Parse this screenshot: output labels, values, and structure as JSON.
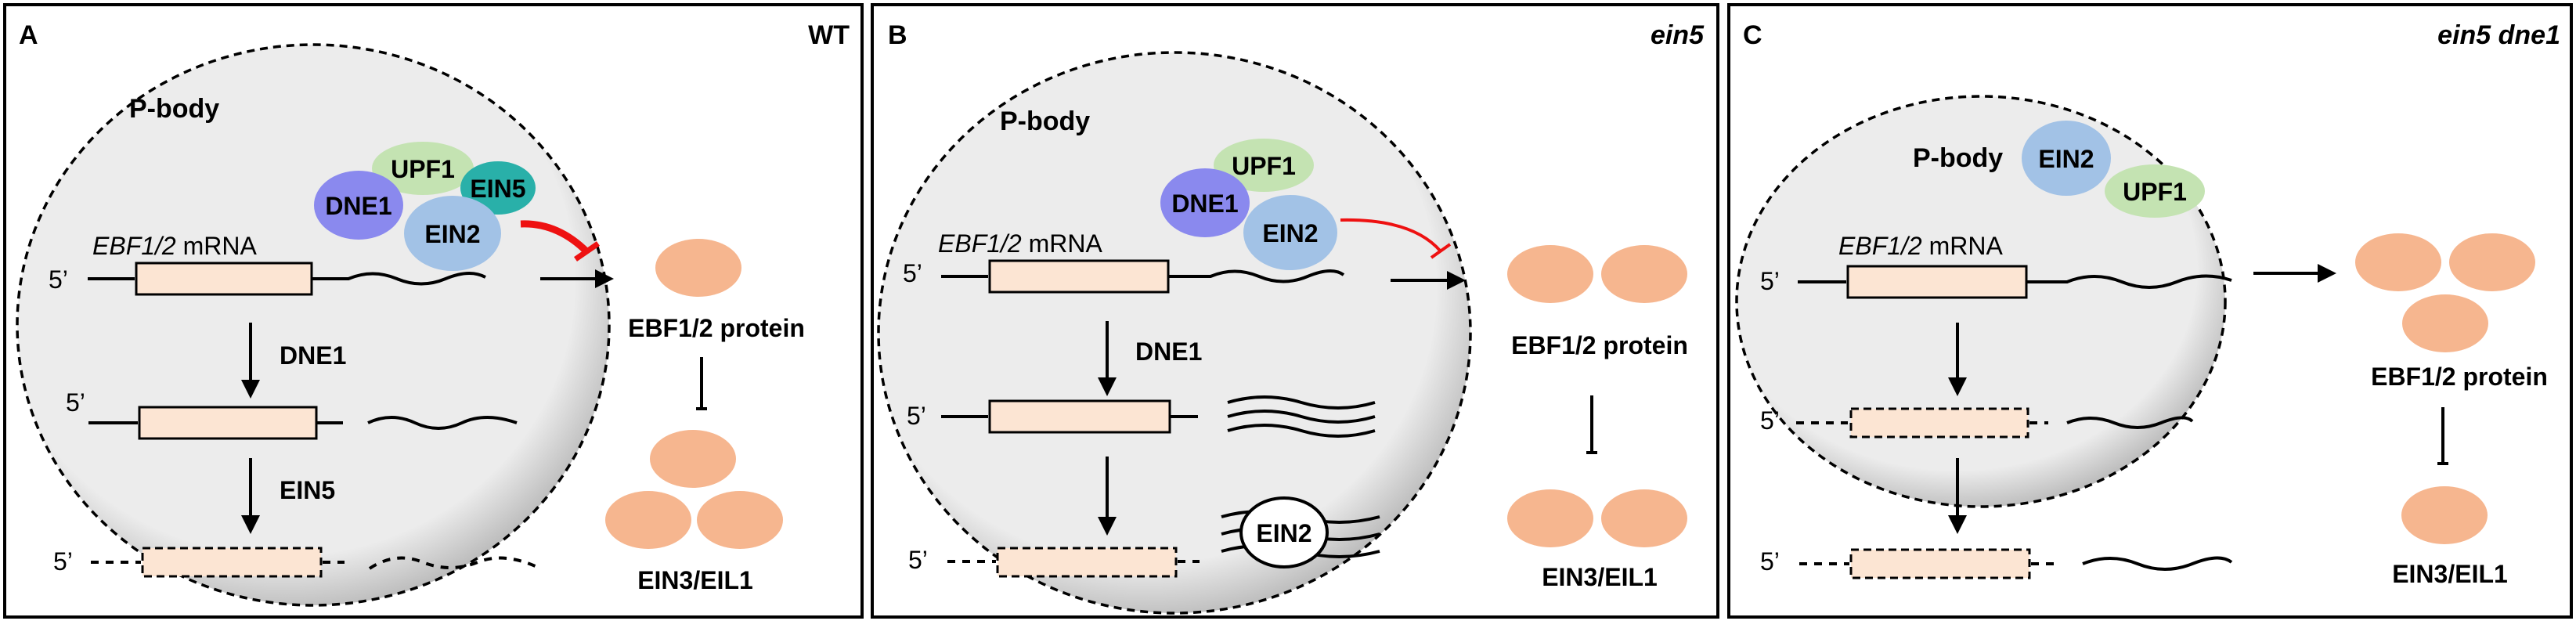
{
  "colors": {
    "pbody_fill": "#ececec",
    "dne1": "#8a89ee",
    "upf1": "#c4e3b2",
    "ein5": "#29b0a9",
    "ein2": "#a2c2e6",
    "protein": "#f6b68f",
    "mrna_box": "#fce5d3",
    "inhibition_red": "#ee1111"
  },
  "panelA": {
    "letter": "A",
    "genotype": "WT",
    "pbody_label": "P-body",
    "mrna_gene": "EBF1/2",
    "mrna_suffix": " mRNA",
    "five_prime": "5’",
    "step1_enzyme": "DNE1",
    "step2_enzyme": "EIN5",
    "proteins": {
      "dne1": "DNE1",
      "upf1": "UPF1",
      "ein5": "EIN5",
      "ein2": "EIN2"
    },
    "ebf_protein": "EBF1/2 protein",
    "ein3": "EIN3/EIL1"
  },
  "panelB": {
    "letter": "B",
    "genotype": "ein5",
    "pbody_label": "P-body",
    "mrna_gene": "EBF1/2",
    "mrna_suffix": " mRNA",
    "five_prime": "5’",
    "step1_enzyme": "DNE1",
    "proteins": {
      "dne1": "DNE1",
      "upf1": "UPF1",
      "ein2": "EIN2"
    },
    "bound_ein2": "EIN2",
    "ebf_protein": "EBF1/2 protein",
    "ein3": "EIN3/EIL1"
  },
  "panelC": {
    "letter": "C",
    "genotype": "ein5 dne1",
    "pbody_label": "P-body",
    "mrna_gene": "EBF1/2",
    "mrna_suffix": " mRNA",
    "five_prime": "5’",
    "proteins": {
      "ein2": "EIN2",
      "upf1": "UPF1"
    },
    "ebf_protein": "EBF1/2 protein",
    "ein3": "EIN3/EIL1"
  }
}
